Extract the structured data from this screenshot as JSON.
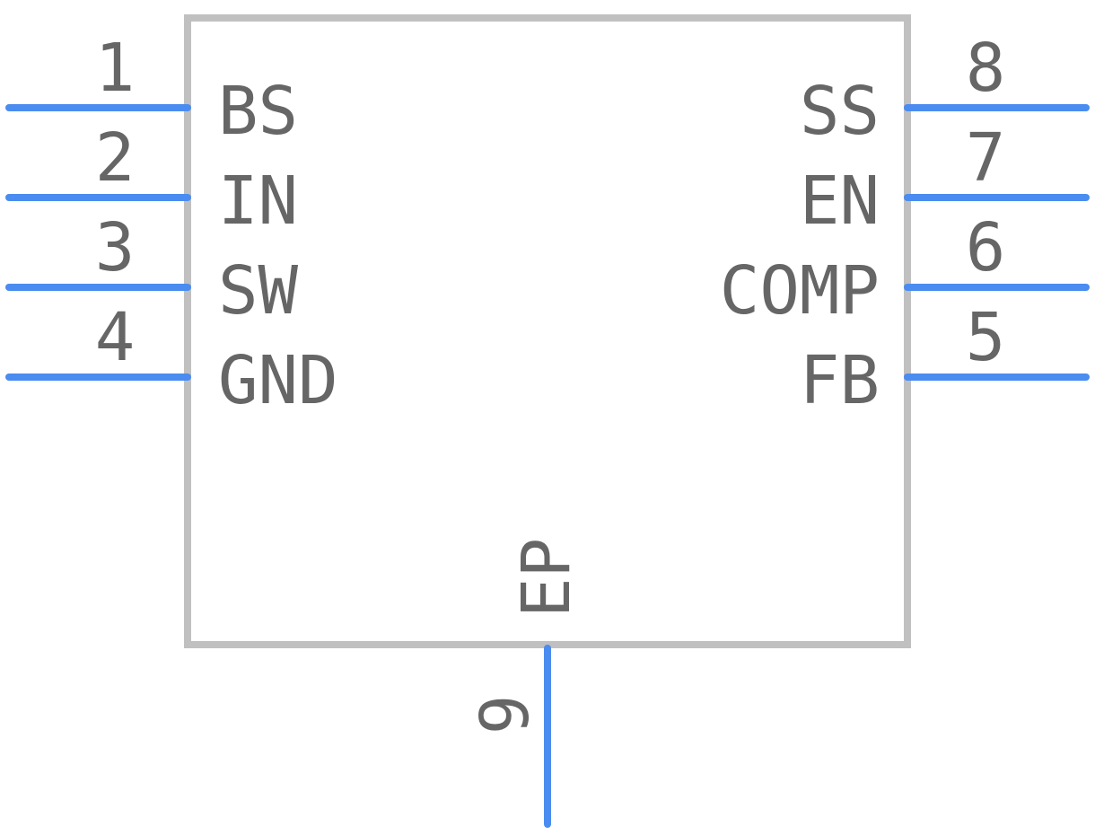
{
  "component": {
    "body_color": "#c0c0c0",
    "pin_color": "#4a8cf0",
    "text_color": "#666666",
    "pins": [
      {
        "number": "1",
        "name": "BS",
        "side": "left"
      },
      {
        "number": "2",
        "name": "IN",
        "side": "left"
      },
      {
        "number": "3",
        "name": "SW",
        "side": "left"
      },
      {
        "number": "4",
        "name": "GND",
        "side": "left"
      },
      {
        "number": "8",
        "name": "SS",
        "side": "right"
      },
      {
        "number": "7",
        "name": "EN",
        "side": "right"
      },
      {
        "number": "6",
        "name": "COMP",
        "side": "right"
      },
      {
        "number": "5",
        "name": "FB",
        "side": "right"
      },
      {
        "number": "9",
        "name": "EP",
        "side": "bottom"
      }
    ]
  }
}
